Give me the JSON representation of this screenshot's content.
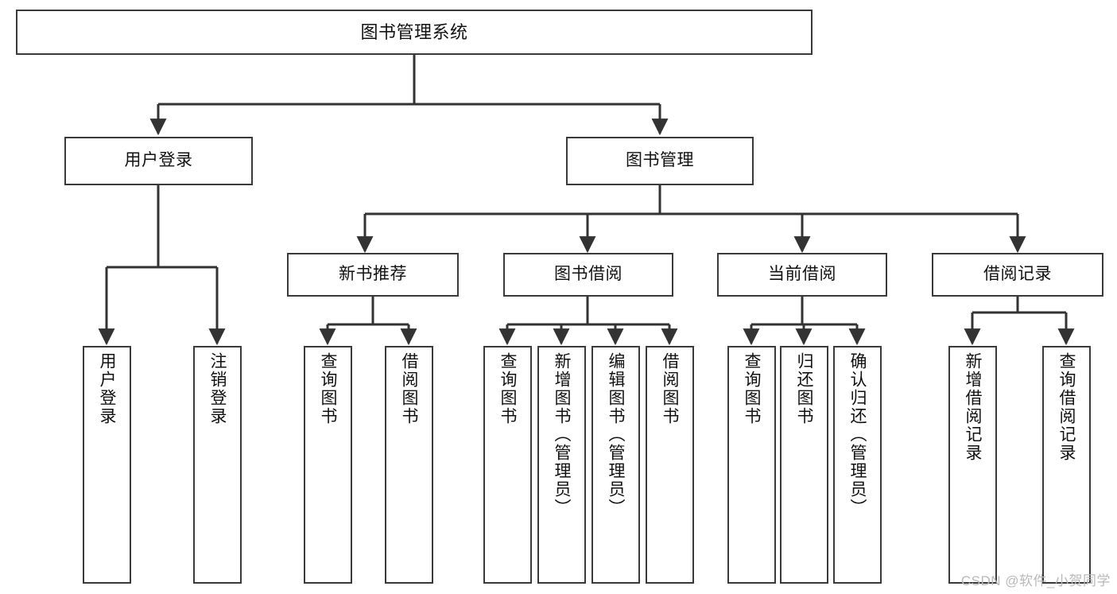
{
  "diagram": {
    "title": "图书管理系统",
    "type": "hierarchy-tree",
    "watermark": "CSDN @软件_小贺同学",
    "style": {
      "box_border_color": "#3a3a3a",
      "box_fill_color": "#ffffff",
      "connector_color": "#333333",
      "text_color": "#111111",
      "watermark_color": "#b9b9b9",
      "background": "#ffffff"
    },
    "nodes": {
      "root": {
        "label": "图书管理系统",
        "orientation": "horizontal"
      },
      "level1": [
        {
          "id": "user-login",
          "label": "用户登录",
          "orientation": "horizontal"
        },
        {
          "id": "book-manage",
          "label": "图书管理",
          "orientation": "horizontal"
        }
      ],
      "level2": [
        {
          "id": "new-book-rec",
          "label": "新书推荐",
          "orientation": "horizontal"
        },
        {
          "id": "book-borrow",
          "label": "图书借阅",
          "orientation": "horizontal"
        },
        {
          "id": "current-borrow",
          "label": "当前借阅",
          "orientation": "horizontal"
        },
        {
          "id": "borrow-record",
          "label": "借阅记录",
          "orientation": "horizontal"
        }
      ],
      "leaves": [
        {
          "id": "leaf-user-login",
          "label": "用户登录",
          "parent": "user-login",
          "orientation": "vertical"
        },
        {
          "id": "leaf-user-logout",
          "label": "注销登录",
          "parent": "user-login",
          "orientation": "vertical"
        },
        {
          "id": "leaf-query-book-1",
          "label": "查询图书",
          "parent": "new-book-rec",
          "orientation": "vertical"
        },
        {
          "id": "leaf-borrow-book-1",
          "label": "借阅图书",
          "parent": "new-book-rec",
          "orientation": "vertical"
        },
        {
          "id": "leaf-query-book-2",
          "label": "查询图书",
          "parent": "book-borrow",
          "orientation": "vertical"
        },
        {
          "id": "leaf-add-book",
          "label": "新增图书（管理员）",
          "parent": "book-borrow",
          "orientation": "vertical"
        },
        {
          "id": "leaf-edit-book",
          "label": "编辑图书（管理员）",
          "parent": "book-borrow",
          "orientation": "vertical"
        },
        {
          "id": "leaf-borrow-book-2",
          "label": "借阅图书",
          "parent": "book-borrow",
          "orientation": "vertical"
        },
        {
          "id": "leaf-query-book-3",
          "label": "查询图书",
          "parent": "current-borrow",
          "orientation": "vertical"
        },
        {
          "id": "leaf-return-book",
          "label": "归还图书",
          "parent": "current-borrow",
          "orientation": "vertical"
        },
        {
          "id": "leaf-confirm-return",
          "label": "确认归还（管理员）",
          "parent": "current-borrow",
          "orientation": "vertical"
        },
        {
          "id": "leaf-add-record",
          "label": "新增借阅记录",
          "parent": "borrow-record",
          "orientation": "vertical"
        },
        {
          "id": "leaf-query-record",
          "label": "查询借阅记录",
          "parent": "borrow-record",
          "orientation": "vertical"
        }
      ]
    }
  }
}
